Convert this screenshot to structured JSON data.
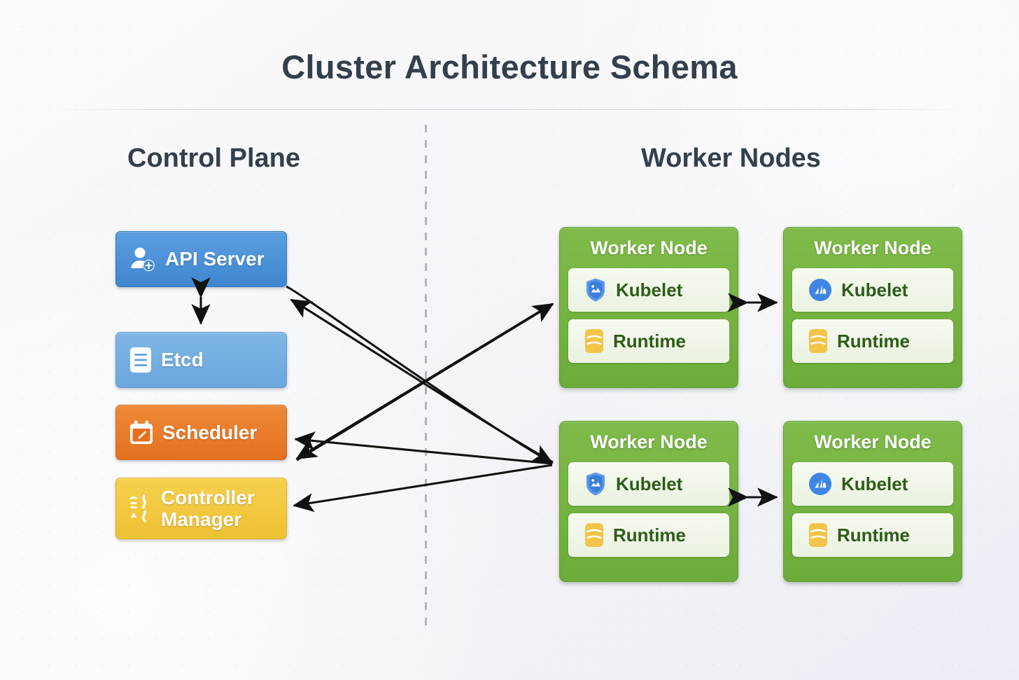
{
  "page": {
    "title": "Cluster Architecture Schema"
  },
  "columns": {
    "left_heading": "Control Plane",
    "right_heading": "Worker Nodes"
  },
  "control_plane": {
    "components": [
      {
        "label": "API Server",
        "icon": "user-add-icon",
        "color": "#3f86cf"
      },
      {
        "label": "Etcd",
        "icon": "document-icon",
        "color": "#6ba7dd"
      },
      {
        "label": "Scheduler",
        "icon": "calendar-icon",
        "color": "#e3701f"
      },
      {
        "label": "Controller Manager",
        "icon": "controls-icon",
        "color": "#eec133"
      }
    ]
  },
  "worker_nodes": {
    "node_title": "Worker Node",
    "nodes": [
      {
        "title": "Worker Node",
        "components": [
          {
            "label": "Kubelet",
            "icon": "shield-icon"
          },
          {
            "label": "Runtime",
            "icon": "database-icon"
          }
        ]
      },
      {
        "title": "Worker Node",
        "components": [
          {
            "label": "Kubelet",
            "icon": "circle-chart-icon"
          },
          {
            "label": "Runtime",
            "icon": "database-icon"
          }
        ]
      },
      {
        "title": "Worker Node",
        "components": [
          {
            "label": "Kubelet",
            "icon": "shield-icon"
          },
          {
            "label": "Runtime",
            "icon": "database-icon"
          }
        ]
      },
      {
        "title": "Worker Node",
        "components": [
          {
            "label": "Kubelet",
            "icon": "circle-chart-icon"
          },
          {
            "label": "Runtime",
            "icon": "database-icon"
          }
        ]
      }
    ]
  },
  "colors": {
    "background": "#f3f4f8",
    "title_text": "#333f4c",
    "blue_primary": "#3f86cf",
    "blue_light": "#6ba7dd",
    "orange": "#e3701f",
    "yellow": "#eec133",
    "green_node": "#6cac3a",
    "green_text": "#2d5c18",
    "divider": "#aeb4c2",
    "arrow": "#1a1a1a"
  }
}
